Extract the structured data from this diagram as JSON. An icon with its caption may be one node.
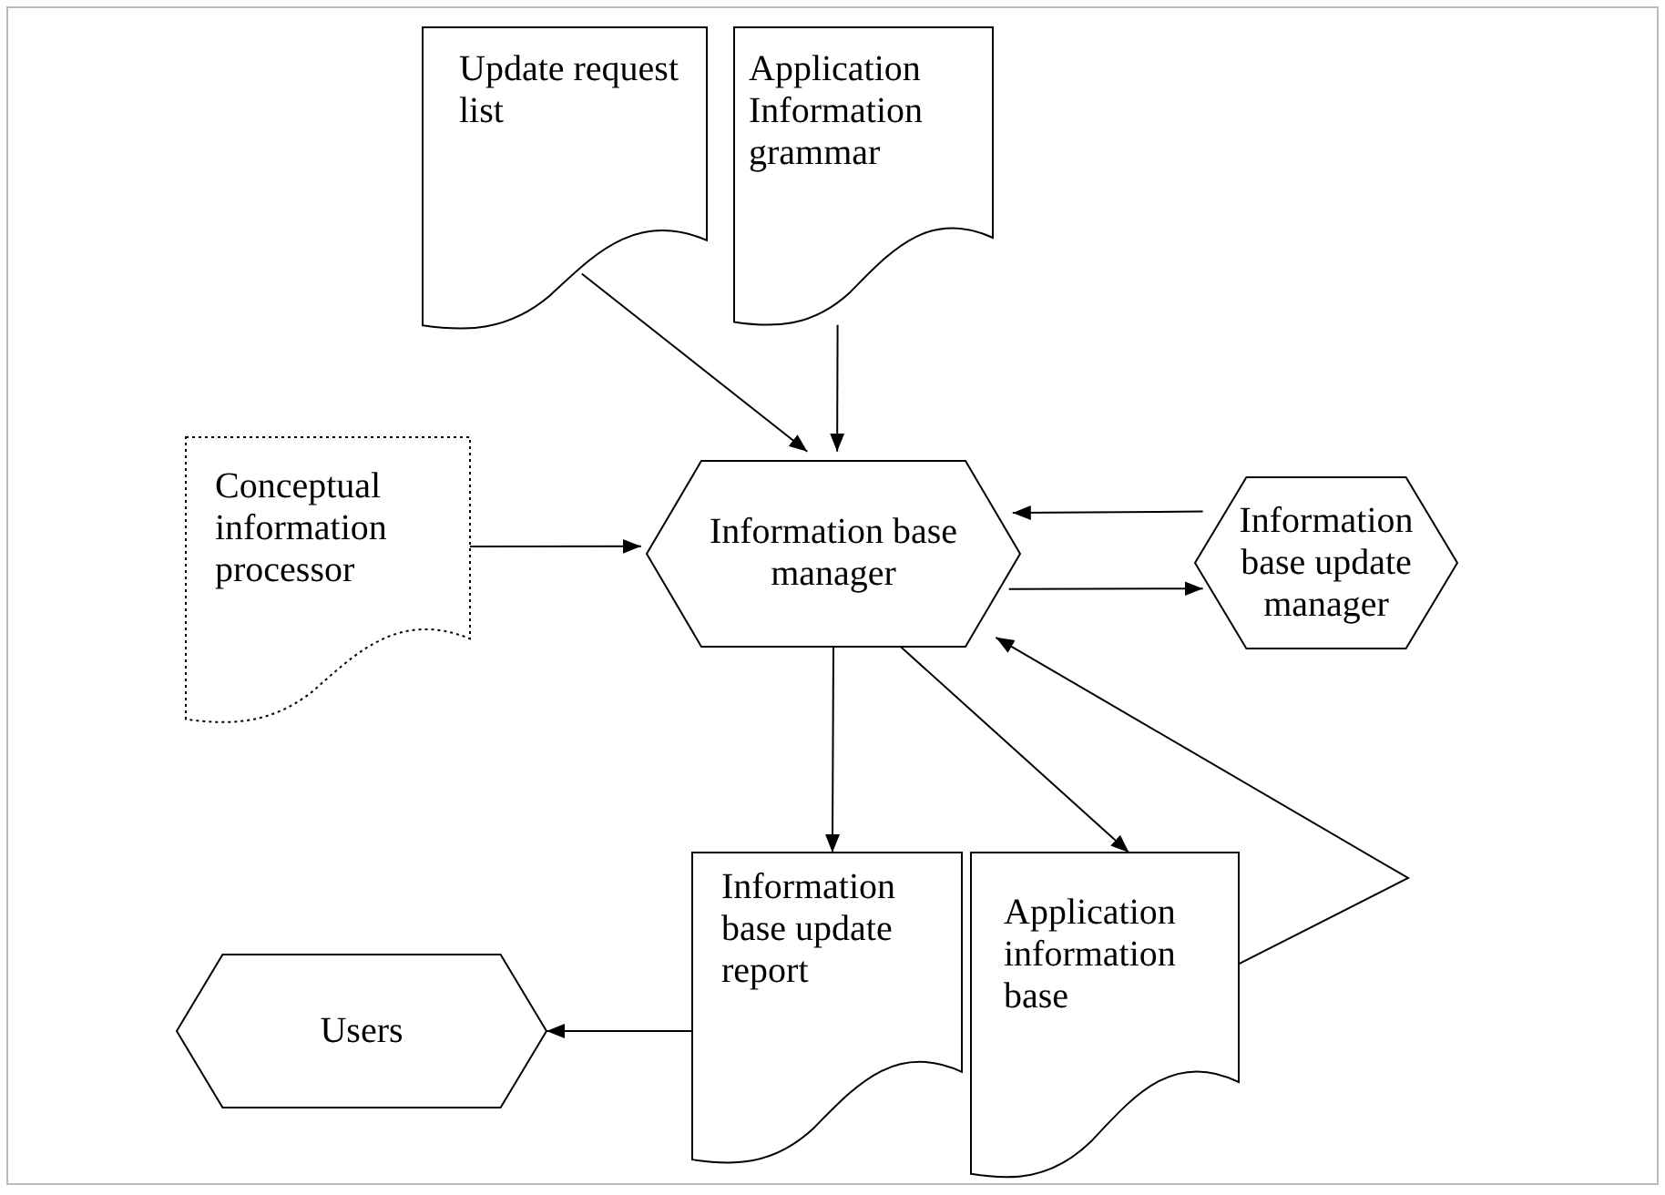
{
  "diagram": {
    "nodes": [
      {
        "text": [
          "Update request list"
        ]
      },
      {
        "text": [
          "Application Information grammar"
        ]
      },
      {
        "text": [
          "Conceptual information processor"
        ]
      },
      {
        "text": [
          "Information base manager"
        ]
      },
      {
        "text": [
          "Information base update manager"
        ]
      },
      {
        "text": [
          "Users"
        ]
      },
      {
        "text": [
          "Information base update report"
        ]
      },
      {
        "text": [
          "Application information base"
        ]
      }
    ],
    "edges": [
      {
        "from": 0,
        "to": 3,
        "arrow": "to"
      },
      {
        "from": 1,
        "to": 3,
        "arrow": "to"
      },
      {
        "from": 2,
        "to": 3,
        "arrow": "to"
      },
      {
        "from": 4,
        "to": 3,
        "arrow": "to"
      },
      {
        "from": 3,
        "to": 4,
        "arrow": "to"
      },
      {
        "from": 3,
        "to": 6,
        "arrow": "to"
      },
      {
        "from": 3,
        "to": 7,
        "arrow": "to"
      },
      {
        "from": 7,
        "to": 3,
        "arrow": "to"
      },
      {
        "from": 6,
        "to": 5,
        "arrow": "to"
      }
    ]
  }
}
